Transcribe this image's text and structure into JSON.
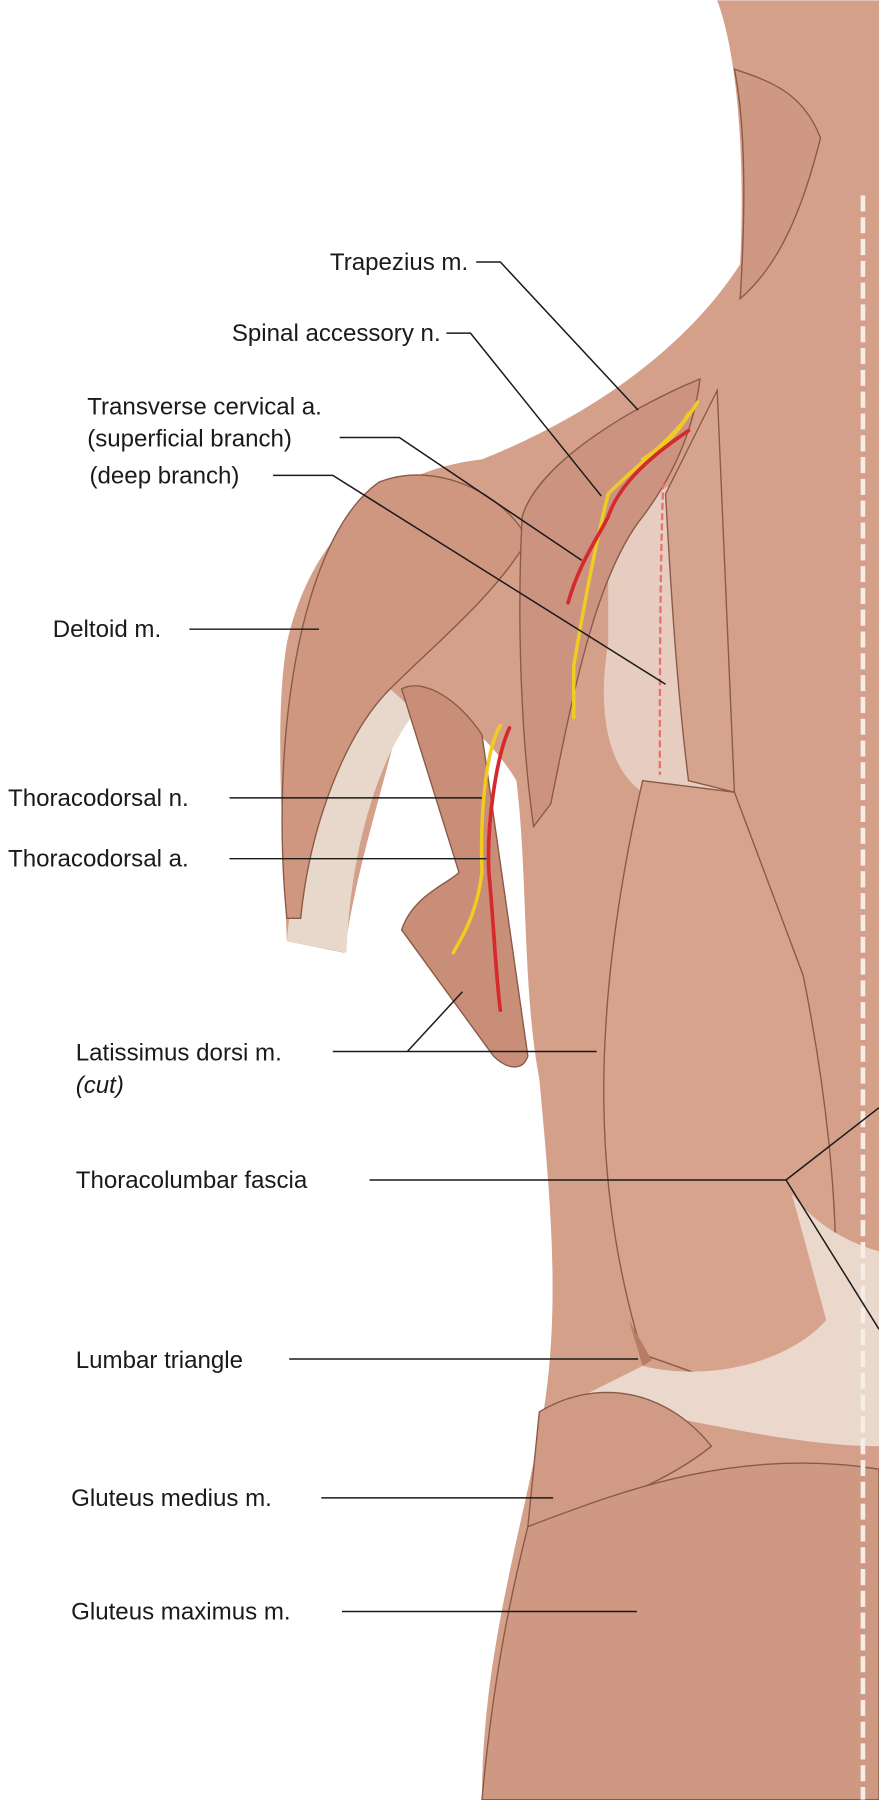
{
  "colors": {
    "muscle": "#d4a08a",
    "muscle_dark": "#c98e78",
    "fascia": "#e8d6ca",
    "nerve": "#f0cc22",
    "artery": "#d42a2e"
  },
  "labels": {
    "trapezius": "Trapezius m.",
    "spinal_accessory": "Spinal accessory n.",
    "transverse_cervical": "Transverse cervical a.",
    "superficial_branch": "(superficial branch)",
    "deep_branch": "(deep branch)",
    "deltoid": "Deltoid m.",
    "thoracodorsal_n": "Thoracodorsal n.",
    "thoracodorsal_a": "Thoracodorsal a.",
    "latissimus": "Latissimus dorsi m.",
    "latissimus_cut": "(cut)",
    "thoracolumbar": "Thoracolumbar fascia",
    "lumbar_triangle": "Lumbar triangle",
    "gluteus_medius": "Gluteus medius m.",
    "gluteus_maximus": "Gluteus maximus m."
  }
}
